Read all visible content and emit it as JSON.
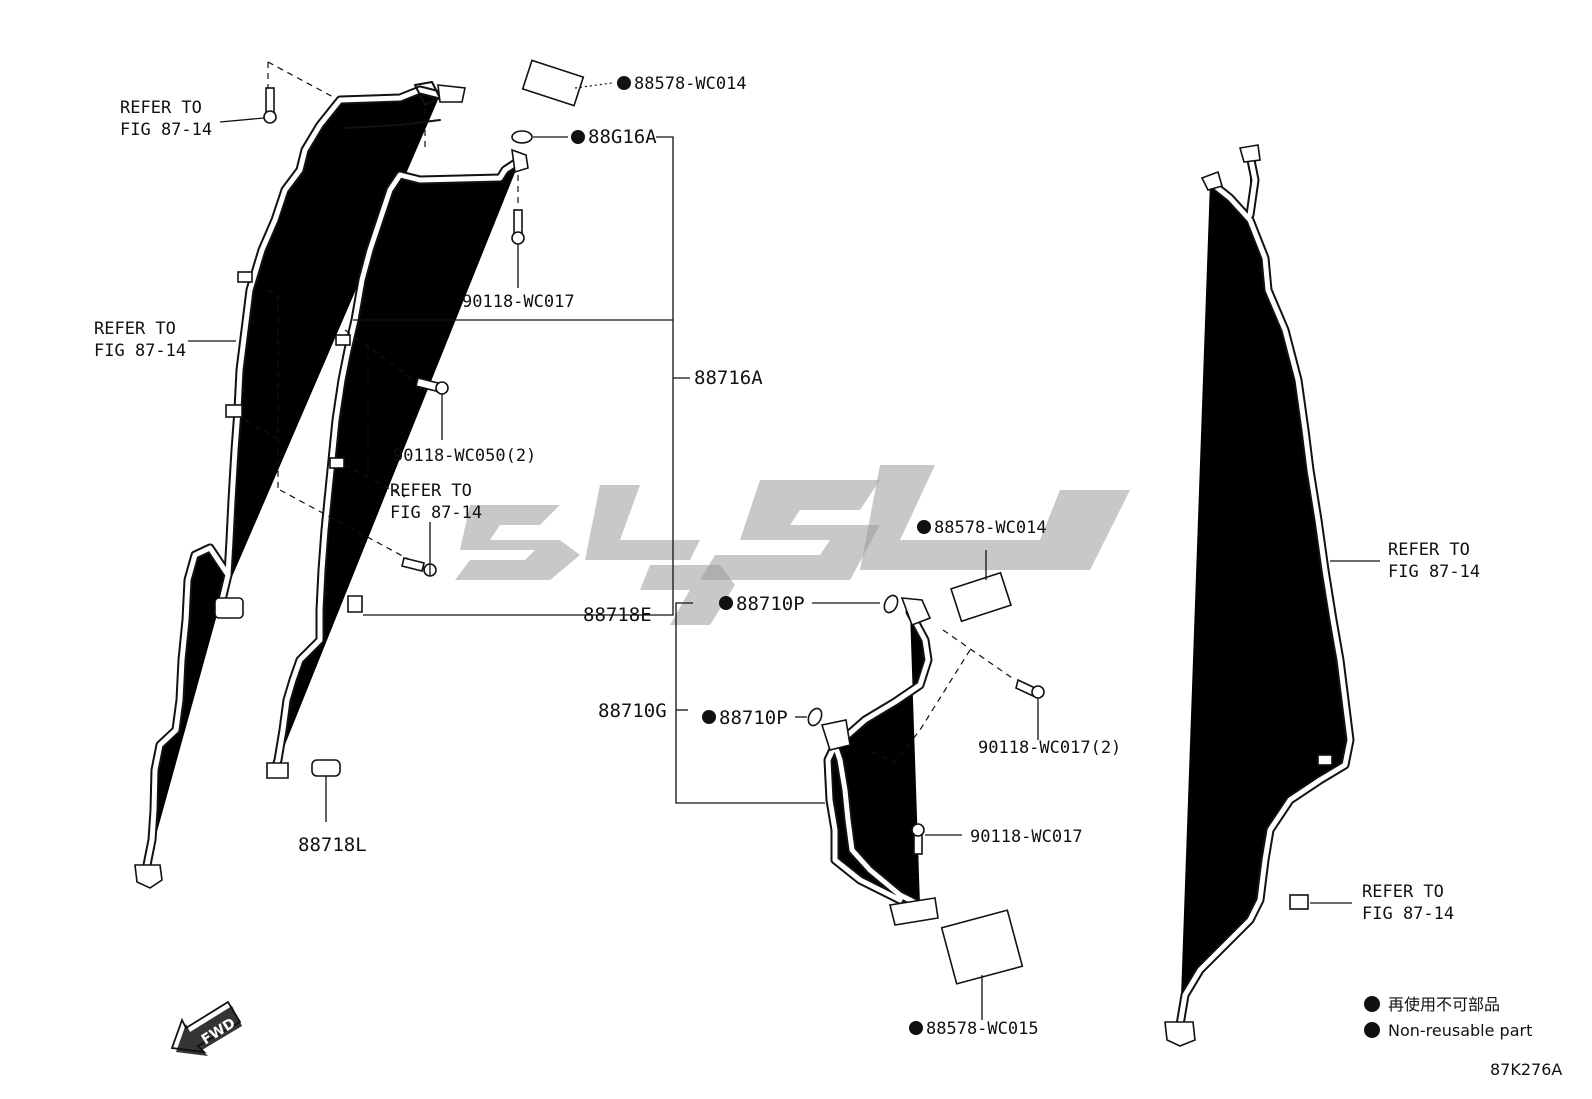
{
  "diagram": {
    "labels": {
      "refer_tl": [
        "REFER TO",
        "FIG 87-14"
      ],
      "refer_ml": [
        "REFER TO",
        "FIG 87-14"
      ],
      "refer_c": [
        "REFER TO",
        "FIG 87-14"
      ],
      "refer_r1": [
        "REFER TO",
        "FIG 87-14"
      ],
      "refer_r2": [
        "REFER TO",
        "FIG 87-14"
      ],
      "p_88578_wc014_top": "88578-WC014",
      "p_88g16a": "88G16A",
      "p_90118_wc017_top": "90118-WC017",
      "p_88716a": "88716A",
      "p_90118_wc050": "90118-WC050(2)",
      "p_88718e": "88718E",
      "p_88718l": "88718L",
      "p_88578_wc014_mid": "88578-WC014",
      "p_88710p_a": "88710P",
      "p_88710g": "88710G",
      "p_88710p_b": "88710P",
      "p_90118_wc017_2": "90118-WC017(2)",
      "p_90118_wc017_low": "90118-WC017",
      "p_88578_wc015": "88578-WC015"
    },
    "legend": {
      "jp": "再使用不可部品",
      "en": "Non-reusable part"
    },
    "fwd": "FWD",
    "figure_code": "87K276A"
  }
}
